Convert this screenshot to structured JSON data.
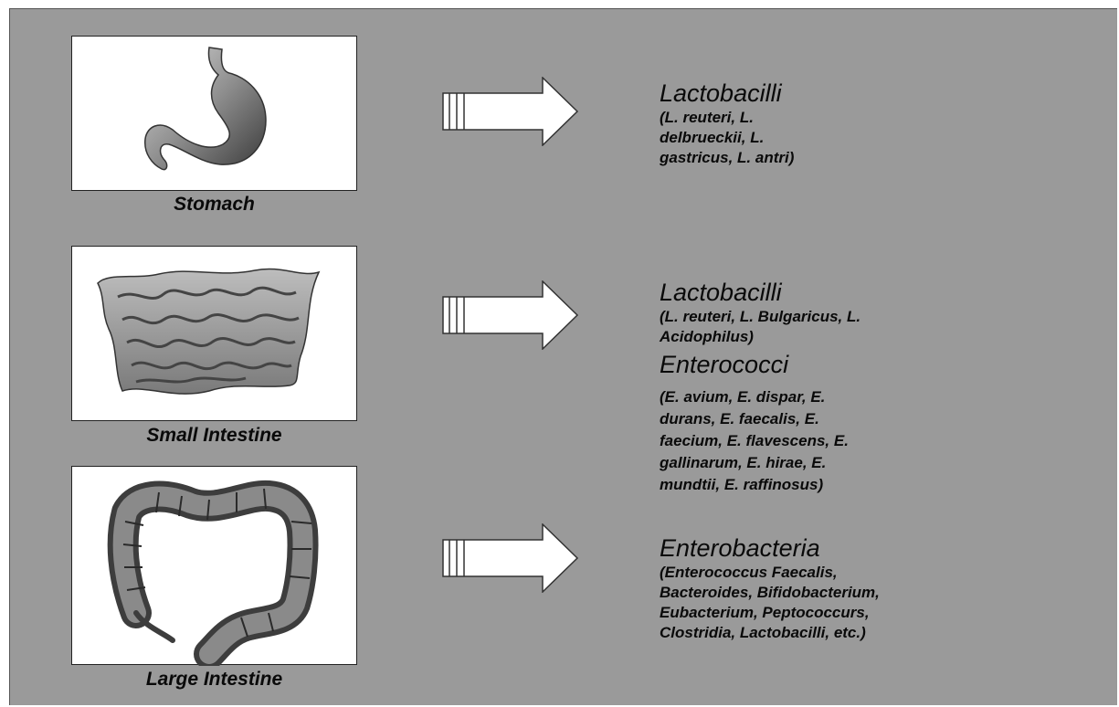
{
  "rows": [
    {
      "organ_label": "Stomach",
      "bacteria": [
        {
          "heading": "Lactobacilli",
          "detail": "(L. reuteri, L.\ndelbrueckii, L.\ngastricus, L. antri)"
        }
      ]
    },
    {
      "organ_label": "Small Intestine",
      "bacteria": [
        {
          "heading": "Lactobacilli",
          "detail": "(L. reuteri, L. Bulgaricus, L.\nAcidophilus)"
        },
        {
          "heading": "Enterococci",
          "detail": "(E. avium, E. dispar, E.\ndurans, E. faecalis, E.\nfaecium, E. flavescens, E.\ngallinarum, E. hirae, E.\nmundtii, E. raffinosus)"
        }
      ]
    },
    {
      "organ_label": "Large Intestine",
      "bacteria": [
        {
          "heading": "Enterobacteria",
          "detail": "(Enterococcus Faecalis,\nBacteroides, Bifidobacterium,\nEubacterium, Peptococcurs,\nClostridia, Lactobacilli, etc.)"
        }
      ]
    }
  ]
}
